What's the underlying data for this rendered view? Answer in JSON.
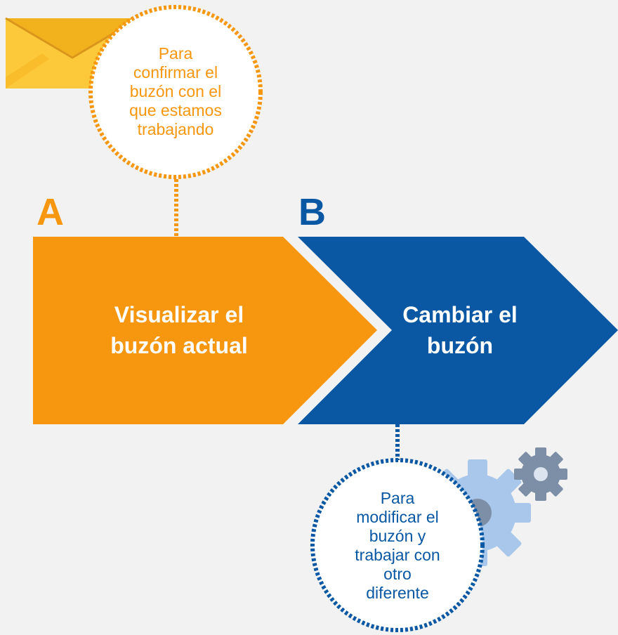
{
  "colors": {
    "background": "#f2f2f2",
    "orange": "#f7960f",
    "blue": "#0a58a4",
    "bubble_fill": "#ffffff",
    "envelope": "#fcc93a",
    "gear_light": "#a9c7ea",
    "gear_dark": "#7d8fa6"
  },
  "icons": {
    "envelope": "envelope-icon",
    "gears": "gears-icon"
  },
  "steps": [
    {
      "letter": "A",
      "label_line1": "Visualizar el",
      "label_line2": "buzón actual",
      "note_lines": [
        "Para",
        "confirmar el",
        "buzón con el",
        "que estamos",
        "trabajando"
      ]
    },
    {
      "letter": "B",
      "label_line1": "Cambiar el",
      "label_line2": "buzón",
      "note_lines": [
        "Para",
        "modificar el",
        "buzón y",
        "trabajar con",
        "otro",
        "diferente"
      ]
    }
  ]
}
